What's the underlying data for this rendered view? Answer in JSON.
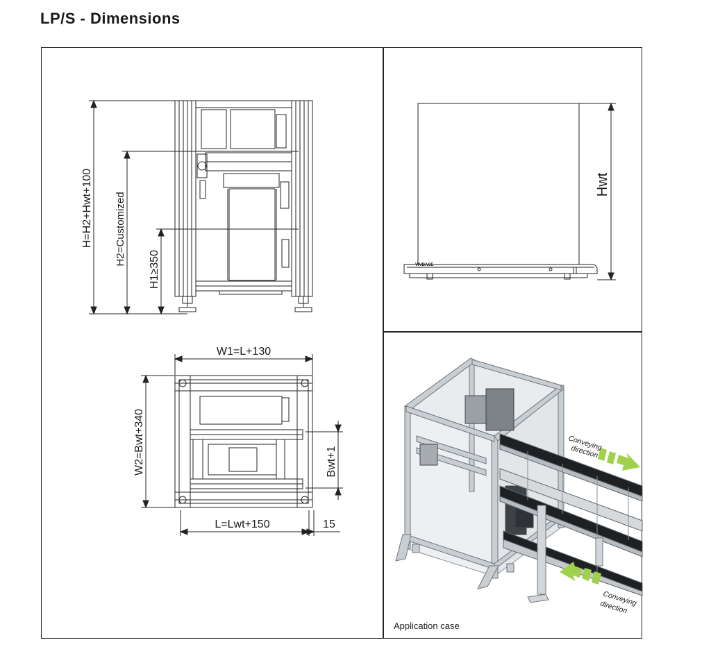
{
  "title": "LP/S - Dimensions",
  "side_view": {
    "dim_h": "H=H2+Hwt+100",
    "dim_h2": "H2=Customized",
    "dim_h1": "H1≥350"
  },
  "top_view": {
    "dim_w1": "W1=L+130",
    "dim_w2": "W2=Bwt+340",
    "dim_bwt": "Bwt+1",
    "dim_l": "L=Lwt+150",
    "dim_15": "15"
  },
  "workpiece_view": {
    "dim_hwt": "Hwt",
    "brand": "VIVBASE"
  },
  "application": {
    "caption": "Application case",
    "conveying_top": [
      "Conveying",
      "direction"
    ],
    "conveying_bottom": [
      "Conveying",
      "direction"
    ],
    "arrow_color": "#9fd24a"
  }
}
